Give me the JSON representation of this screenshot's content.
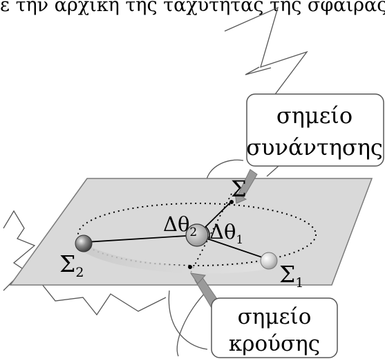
{
  "caption": "ε την αρχική της ταχύτητας της σφαίρας",
  "labels": {
    "meeting_line1": "σημείο",
    "meeting_line2": "συνάντησης",
    "collision_line1": "σημείο",
    "collision_line2": "κρούσης",
    "sigma": "Σ",
    "sigma1_base": "Σ",
    "sigma1_sub": "1",
    "sigma2_base": "Σ",
    "sigma2_sub": "2",
    "dtheta1_base": "Δθ",
    "dtheta1_sub": "1",
    "dtheta2_base": "Δθ",
    "dtheta2_sub": "2"
  },
  "colors": {
    "plane_fill": "#d9d9d9",
    "plane_stroke": "#7a7a7a",
    "callout_stroke": "#555555",
    "arrow_fill": "#9a9a9a",
    "trail": "#bdbdbd",
    "ink": "#000000"
  }
}
